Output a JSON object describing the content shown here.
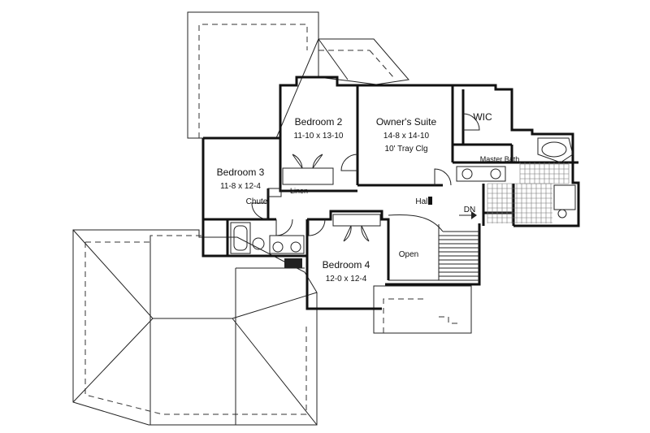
{
  "rooms": {
    "bedroom2": {
      "name": "Bedroom 2",
      "dims": "11-10 x 13-10"
    },
    "owners_suite": {
      "name": "Owner's Suite",
      "dims": "14-8 x 14-10",
      "ceiling": "10' Tray Clg"
    },
    "wic": {
      "name": "WIC"
    },
    "master_bath": {
      "name": "Master Bath"
    },
    "bedroom3": {
      "name": "Bedroom 3",
      "dims": "11-8 x 12-4"
    },
    "bedroom4": {
      "name": "Bedroom 4",
      "dims": "12-0 x 12-4"
    },
    "linen": {
      "name": "Linen"
    },
    "chute": {
      "name": "Chute"
    },
    "hall": {
      "name": "Hall"
    },
    "stairs_down": {
      "name": "DN"
    },
    "open": {
      "name": "Open"
    }
  }
}
